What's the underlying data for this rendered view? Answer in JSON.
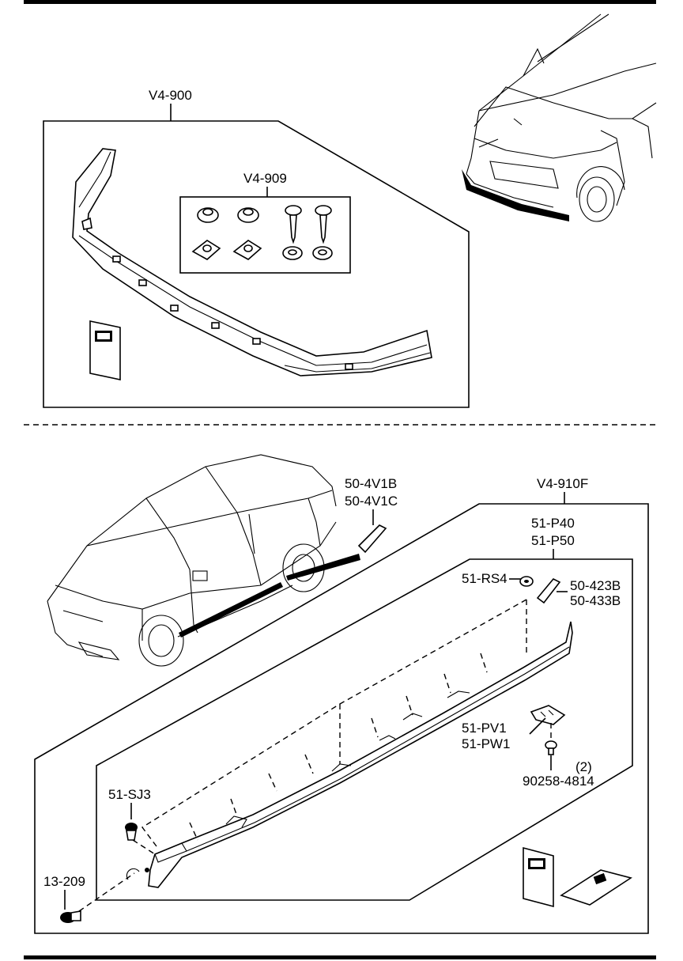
{
  "diagram": {
    "top_section": {
      "kit_label": "V4-900",
      "hardware_label": "V4-909"
    },
    "bottom_section": {
      "kit_label": "V4-910F",
      "garnish_labels": [
        "50-4V1B",
        "50-4V1C"
      ],
      "side_skirt_labels": [
        "51-P40",
        "51-P50"
      ],
      "clip_label": "51-RS4",
      "tape_labels": [
        "50-423B",
        "50-433B"
      ],
      "bracket_labels": [
        "51-PV1",
        "51-PW1"
      ],
      "screw_qty": "(2)",
      "screw_label": "90258-4814",
      "fastener_label": "51-SJ3",
      "rivet_label": "13-209"
    }
  }
}
